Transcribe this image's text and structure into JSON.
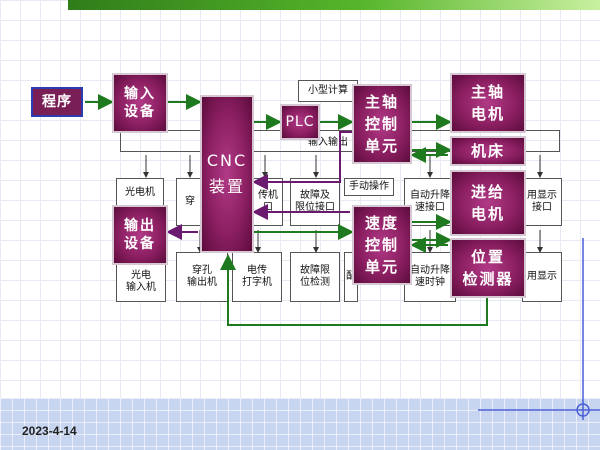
{
  "footer": {
    "date": "2023-4-14"
  },
  "background_boxes": {
    "small_computer": "小型计算",
    "input_output": "输入输出",
    "photo_reader": "光电机",
    "tape_puncher_top": "穿",
    "printer_top": "传机\n口",
    "fault_limit_interface": "故障及\n限位接口",
    "manual_operation": "手动操作",
    "auto_lift_interface": "自动升降\n速接口",
    "display_interface": "用显示\n接口",
    "photo_input": "光电\n输入机",
    "tape_punch_output": "穿孔\n输出机",
    "teletype_printer": "电传\n打字机",
    "fault_limit_detect": "故障限\n位检测",
    "hand_partial": "配",
    "auto_lift_clock": "自动升降\n速时钟",
    "display_bottom": "用显示"
  },
  "blocks": {
    "program": "程序",
    "input_device": "输入\n设备",
    "cnc": "CNC\n装置",
    "plc": "PLC",
    "spindle_control": "主轴\n控制\n单元",
    "spindle_motor": "主轴\n电机",
    "machine_tool": "机床",
    "feed_motor": "进给\n电机",
    "output_device": "输出\n设备",
    "speed_control": "速度\n控制\n单元",
    "position_detector": "位置\n检测器"
  },
  "colors": {
    "block_fill": "#8c1f62",
    "arrow_green": "#1f7a1f",
    "arrow_purple": "#6b1a70",
    "top_bar": "#3a9a22",
    "bottom_band": "#c7d5f0",
    "deco_line": "#4a5fd8"
  }
}
